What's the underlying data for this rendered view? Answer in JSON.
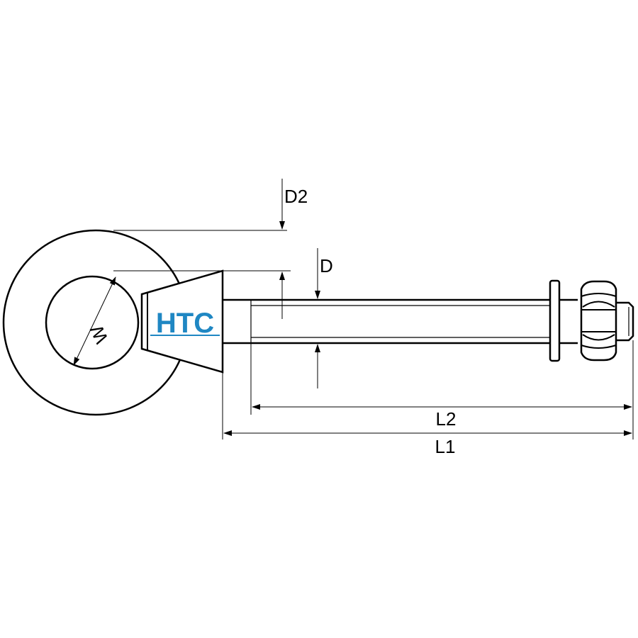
{
  "logo": {
    "text": "HTC",
    "color": "#1f87c3"
  },
  "dimensions": {
    "d2": "D2",
    "d": "D",
    "w": "W",
    "l2": "L2",
    "l1": "L1"
  },
  "line_color": "#000000"
}
